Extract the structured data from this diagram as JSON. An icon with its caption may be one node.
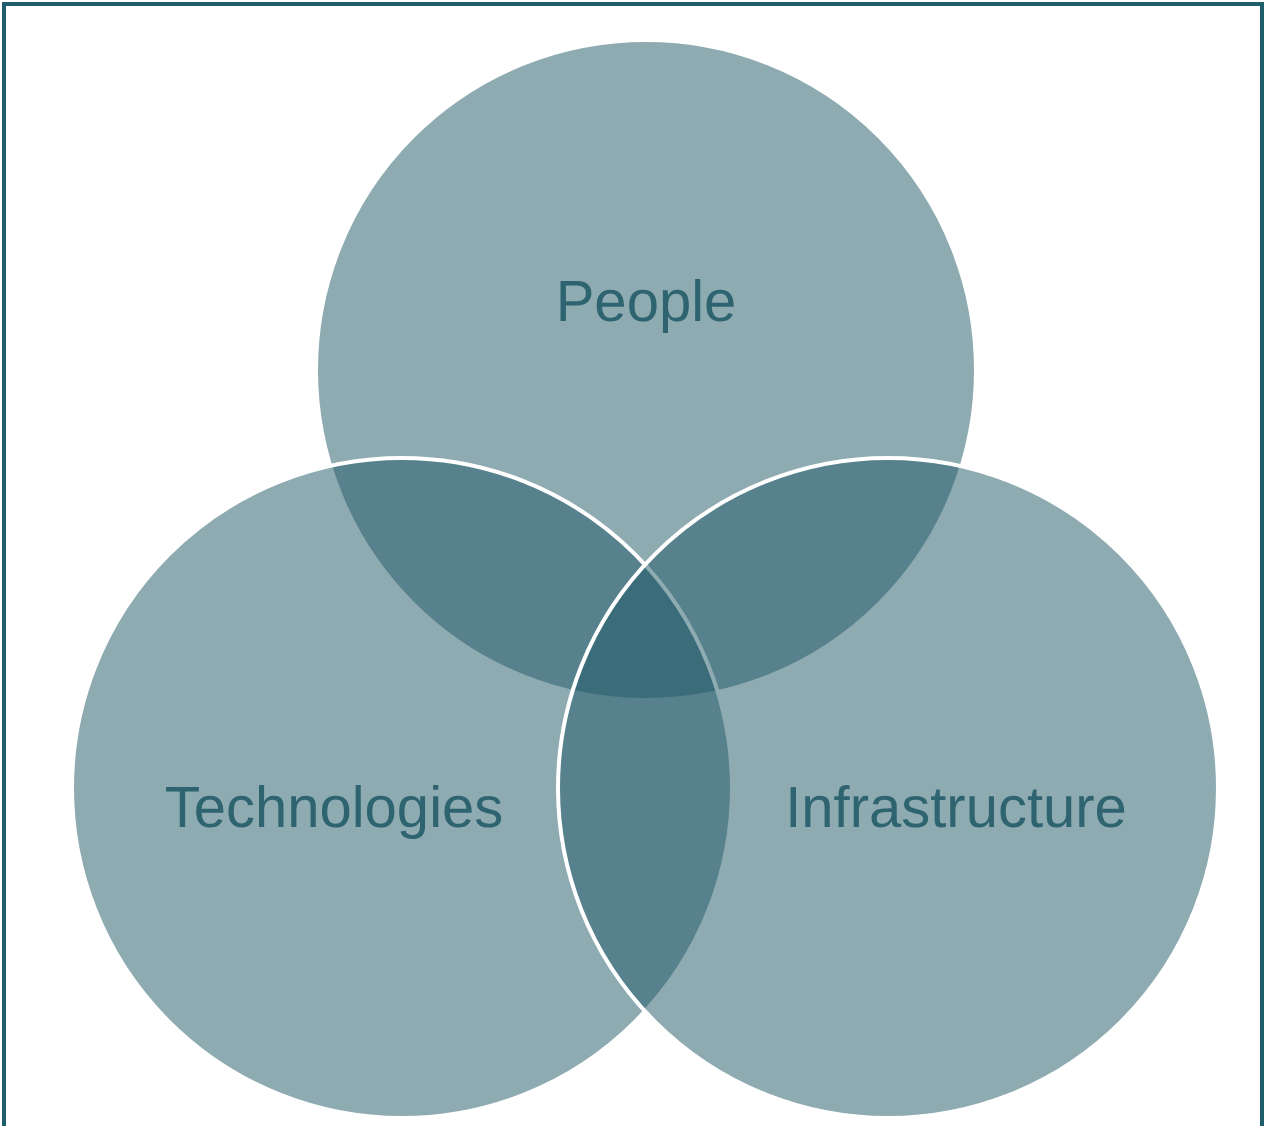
{
  "diagram": {
    "nodes": [
      {
        "text": [
          "People"
        ]
      },
      {
        "text": [
          "Technologies"
        ]
      },
      {
        "text": [
          "Infrastructure"
        ]
      }
    ]
  }
}
